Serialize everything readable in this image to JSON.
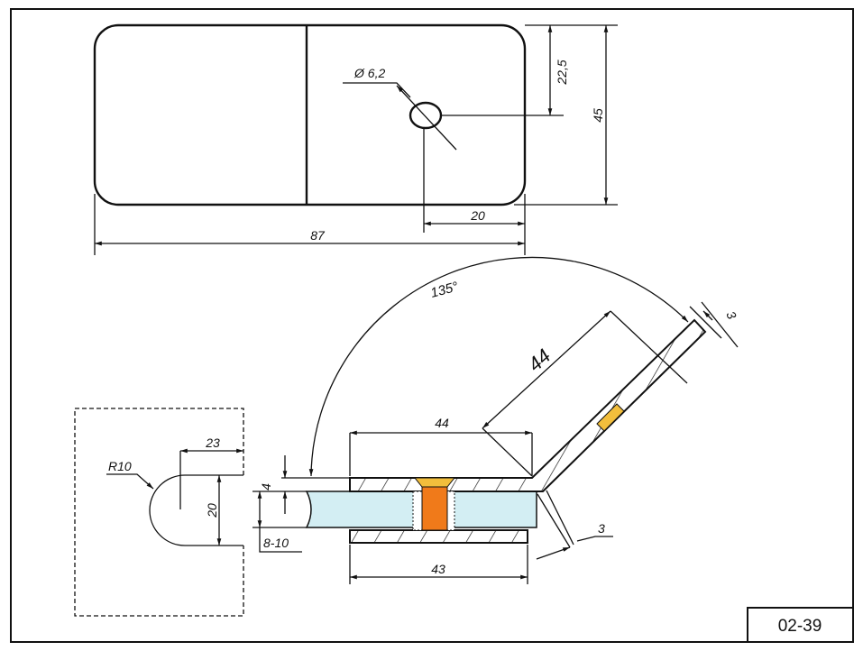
{
  "drawing_code": "02-39",
  "top_view": {
    "hole_diameter": "Ø 6,2",
    "half_height": "22,5",
    "height": "45",
    "width": "87",
    "hole_offset": "20"
  },
  "section": {
    "angle": "135°",
    "wing_length": "44",
    "wing_thickness": "3",
    "plate_length_top": "44",
    "plate_thickness": "4",
    "glass_thickness": "8-10",
    "plate_length_bottom": "43",
    "gap": "3"
  },
  "cutout": {
    "radius": "R10",
    "depth": "23",
    "width": "20"
  },
  "colors": {
    "glass": "#d3eef3",
    "bolt": "#f07a1a",
    "countersink": "#f2be3c"
  }
}
